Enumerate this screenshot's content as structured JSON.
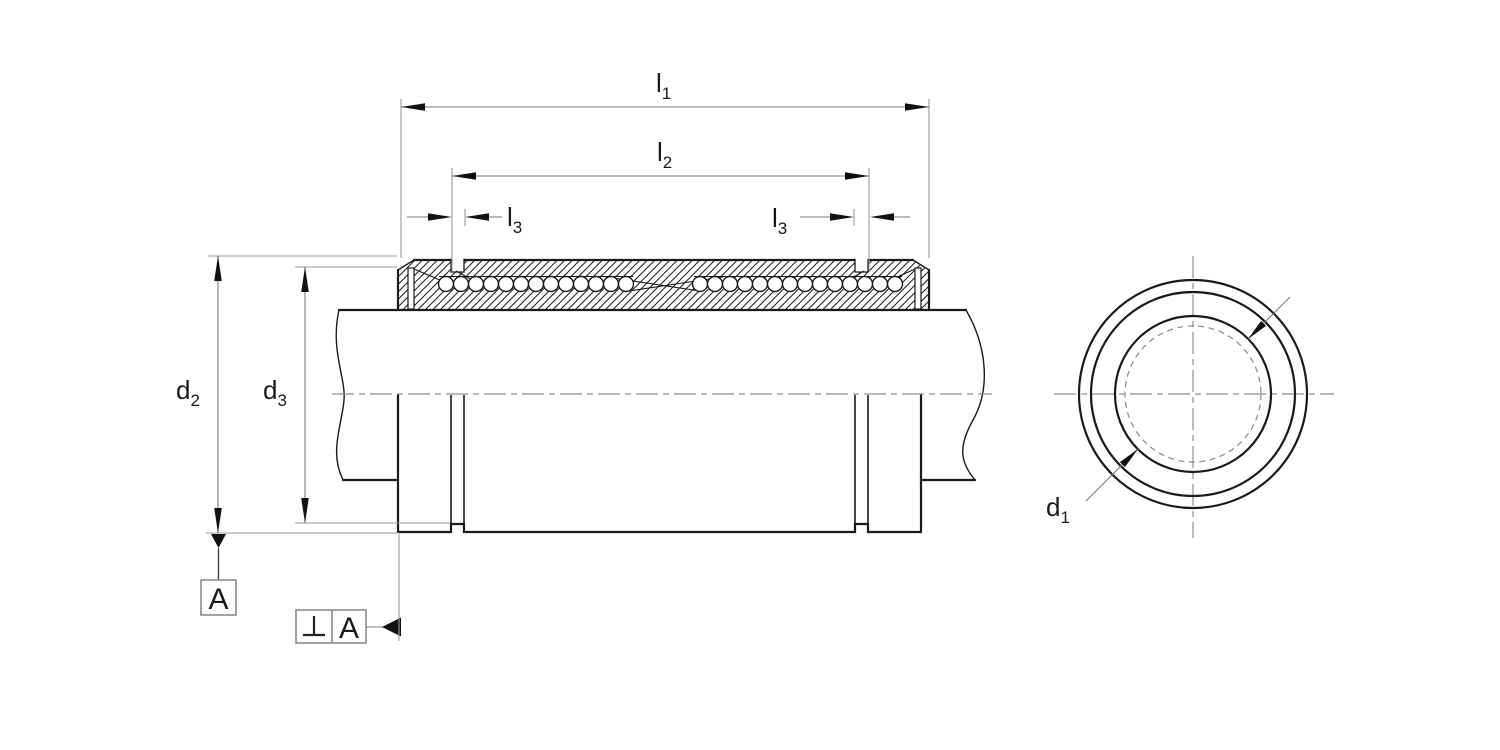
{
  "drawing_type": "linear-ball-bushing-technical-drawing",
  "labels": {
    "l1": {
      "base": "l",
      "sub": "1"
    },
    "l2": {
      "base": "l",
      "sub": "2"
    },
    "l3_left": {
      "base": "l",
      "sub": "3"
    },
    "l3_right": {
      "base": "l",
      "sub": "3"
    },
    "d1": {
      "base": "d",
      "sub": "1"
    },
    "d2": {
      "base": "d",
      "sub": "2"
    },
    "d3": {
      "base": "d",
      "sub": "3"
    }
  },
  "datum": {
    "letter": "A"
  },
  "feature_control_frame": {
    "symbol": "⊥",
    "symbol_name": "perpendicularity",
    "datum": "A"
  },
  "colors": {
    "background": "#ffffff",
    "outline": "#1a1a1a",
    "dimension_line": "#7a7a7a",
    "extension_line": "#9a9a9a",
    "centerline": "#919191",
    "text": "#1a1a1a"
  }
}
